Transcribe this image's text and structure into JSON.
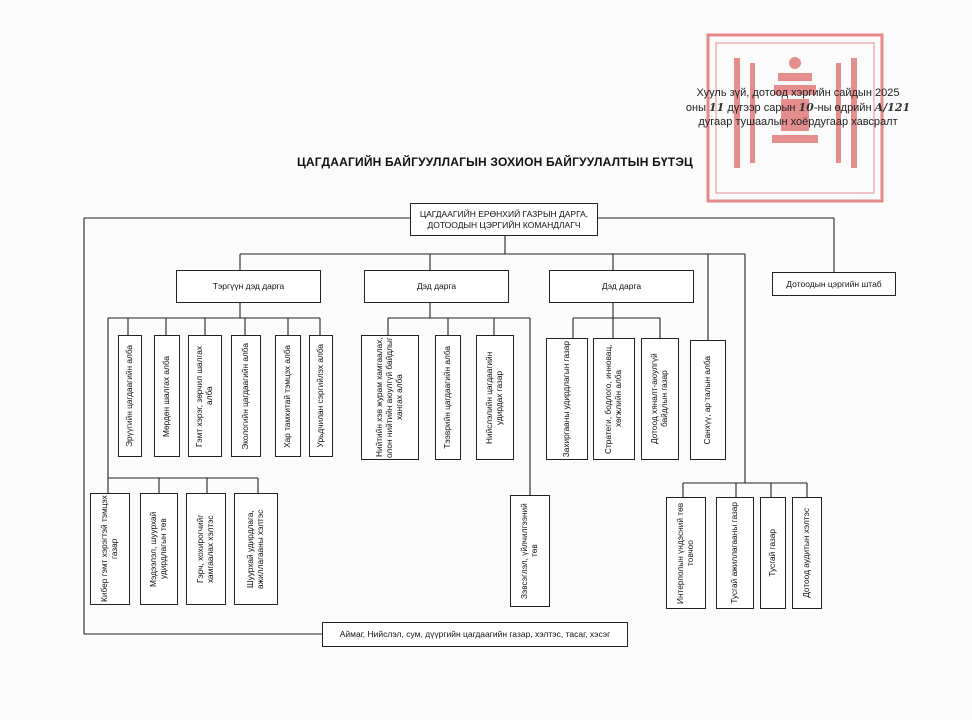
{
  "annotation": {
    "line1": "Хууль зүй, дотоод хэргийн сайдын 2025",
    "line2_pre": "оны ",
    "line2_month": "11",
    "line2_mid": " дүгээр сарын ",
    "line2_day": "10",
    "line2_post": "-ны өдрийн ",
    "line2_number": "A/121",
    "line3": "дугаар тушаалын хоёрдугаар хавсралт"
  },
  "diagram": {
    "title": "ЦАГДААГИЙН БАЙГУУЛЛАГЫН ЗОХИОН БАЙГУУЛАЛТЫН БҮТЭЦ",
    "head": "ЦАГДААГИЙН ЕРӨНХИЙ ГАЗРЫН ДАРГА, ДОТООДЫН ЦЭРГИЙН КОМАНДЛАГЧ",
    "deputy_first": "Тэргүүн дэд дарга",
    "deputy_2": "Дэд дарга",
    "deputy_3": "Дэд дарга",
    "hq": "Дотоодын цэргийн штаб",
    "first_units_top": [
      "Эрүүгийн цагдаагийн алба",
      "Мөрдөн шалгах алба",
      "Гэмт хэрэг, зөрчил шалгах алба",
      "Экологийн цагдаагийн алба",
      "Хар тамхитай тэмцэх алба",
      "Урьдчилан сэргийлэх алба"
    ],
    "first_units_bottom": [
      "Кибер гэмт хэрэгтэй тэмцэх газар",
      "Мэдээлэл, шуурхай удирдлагын төв",
      "Гэрч, хохирогчийг хамгаалах хэлтэс",
      "Шуурхай удирдлага, ажиллагааны хэлтэс"
    ],
    "second_units": [
      "Нийтийн хэв журам хамгаалах, олон нийтийн аюулгүй байдлыг хангах алба",
      "Тээврийн цагдаагийн алба",
      "Нийслэлийн цагдаагийн удирдах газар"
    ],
    "second_bottom": "Зэвсэглэл, үйлчилгээний төв",
    "third_units": [
      "Захиргааны удирдлагын газар",
      "Стратеги, бодлого, инновац, хөгжлийн алба",
      "Дотоод хяналт-аюулгүй байдлын газар"
    ],
    "finance": "Санхүү, ар талын алба",
    "right_bottom": [
      "Интерполын үндэсний төв товчоо",
      "Тусгай ажиллагааны газар",
      "Тусгай газар",
      "Дотоод аудитын хэлтэс"
    ],
    "bottom": "Аймаг, Нийслэл, сум, дүүргийн цагдаагийн газар, хэлтэс, тасаг, хэсэг"
  }
}
